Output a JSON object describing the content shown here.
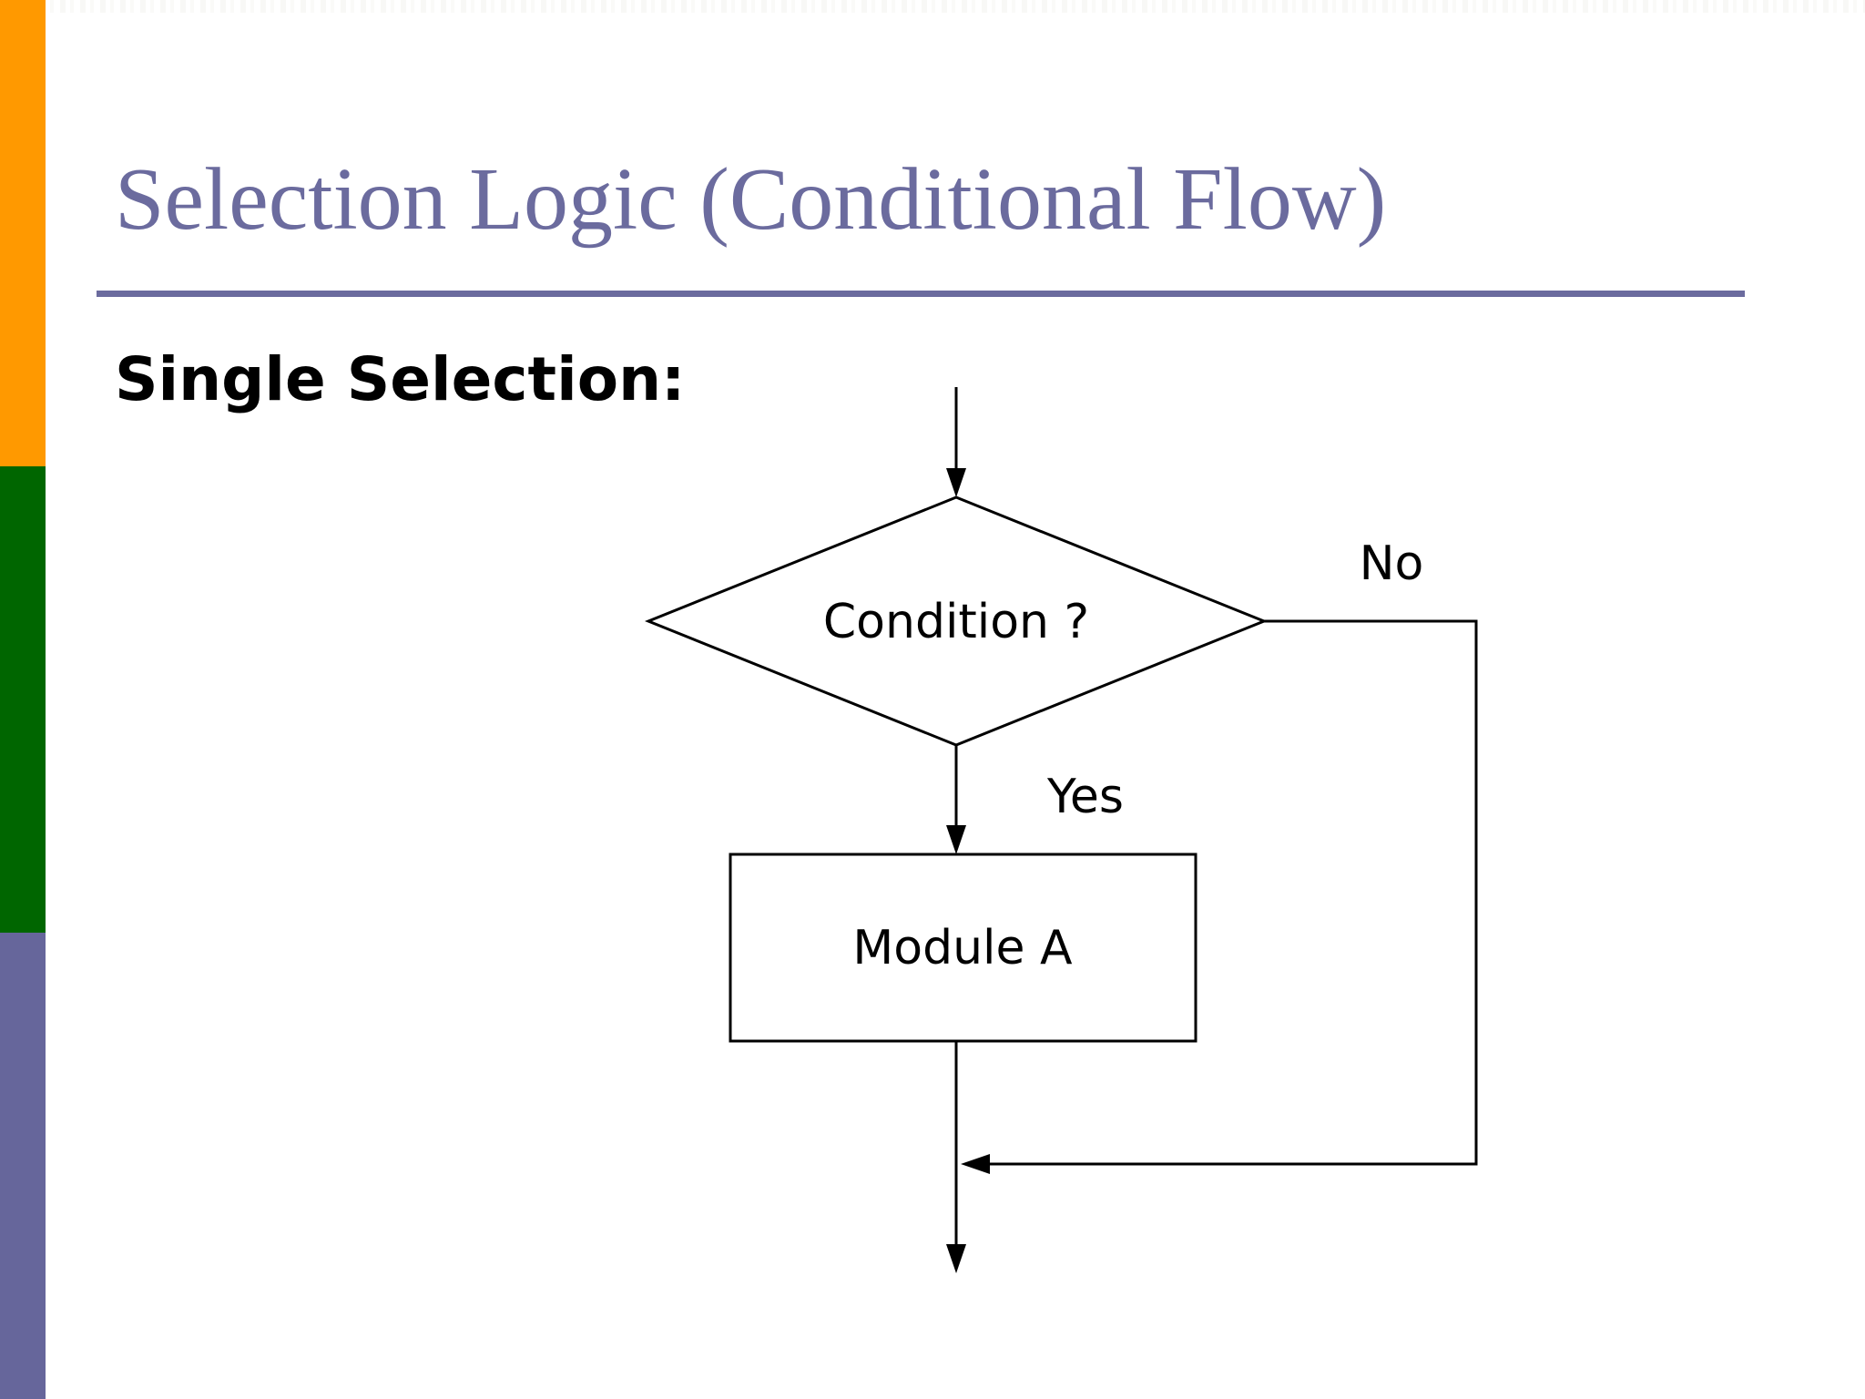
{
  "slide": {
    "title": "Selection Logic (Conditional Flow)",
    "heading": "Single Selection:"
  },
  "flowchart": {
    "decision_label": "Condition ?",
    "process_label": "Module A",
    "yes_label": "Yes",
    "no_label": "No"
  },
  "colors": {
    "accent": "#6B6B9E",
    "sidebar_orange": "#FF9900",
    "sidebar_green": "#006600",
    "sidebar_purple": "#66669B",
    "flow_stroke": "#000000"
  }
}
